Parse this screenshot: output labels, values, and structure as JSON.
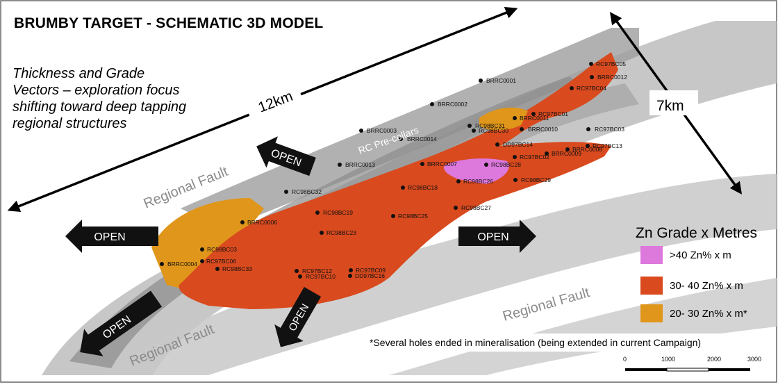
{
  "title": "BRUMBY TARGET - SCHEMATIC 3D MODEL",
  "subtitle": "Thickness and Grade Vectors – exploration focus shifting toward deep tapping regional structures",
  "dimensions": {
    "length": "12km",
    "width": "7km"
  },
  "labels": {
    "regional_fault": "Regional Fault",
    "rc_precollars": "RC Pre-collars",
    "open": "OPEN"
  },
  "legend": {
    "title": "Zn Grade x Metres",
    "items": [
      {
        "label": ">40 Zn% x m",
        "color": "#dd78dd"
      },
      {
        "label": "30- 40 Zn% x m",
        "color": "#d94a1e"
      },
      {
        "label": "20- 30 Zn% x m*",
        "color": "#e0961a"
      }
    ]
  },
  "footnote": "*Several holes ended in mineralisation (being extended in current Campaign)",
  "scale_bar": {
    "ticks": [
      "0",
      "1000",
      "2000",
      "3000"
    ]
  },
  "drill_holes": [
    "RC97BC05",
    "BRRC0012",
    "RC97BC04",
    "BRRC0001",
    "RC97BC01",
    "BRRC0002",
    "BRRC0011",
    "RC98BC31",
    "RC98BC30",
    "BRRC0010",
    "RC97BC03",
    "BRRC0003",
    "BRRC0014",
    "DD97BC14",
    "BRRC0008",
    "RC97BC13",
    "BRRC0009",
    "RC97BC02",
    "RC98BC28",
    "BRRC0013",
    "RC98BC26",
    "RC98BC29",
    "RC98BC18",
    "BRRC0007",
    "RC98BC32",
    "RC98BC27",
    "RC98BC19",
    "BRRC0006",
    "RC97BC06",
    "BRRC0004",
    "RC97BC12",
    "RC97BC09",
    "RC97BC10",
    "DD97BC16",
    "RC98BC03",
    "RC98BC33",
    "RC98BC23",
    "RC98BC25"
  ],
  "colors": {
    "zone_high": "#dd78dd",
    "zone_mid": "#d94a1e",
    "zone_low": "#e0961a",
    "fault": "#8c8c8c"
  }
}
